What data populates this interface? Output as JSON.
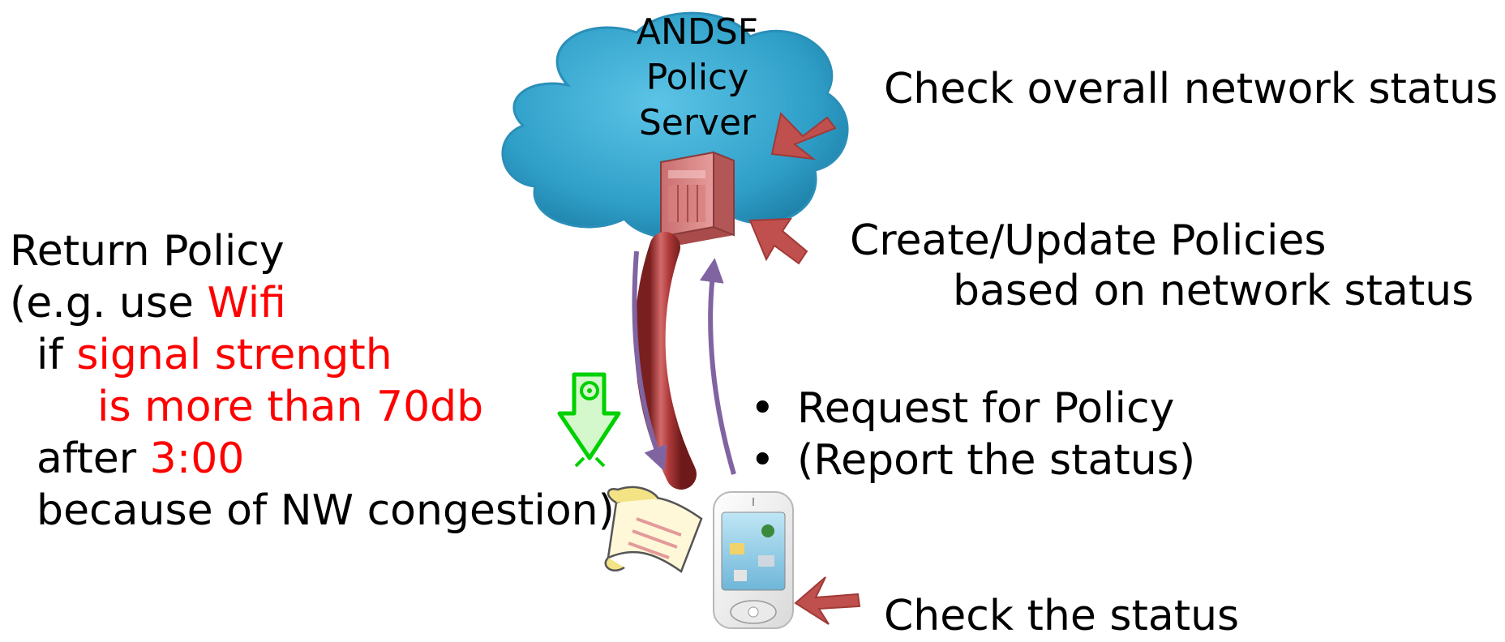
{
  "cloud": {
    "title_line1": "ANDSF",
    "title_line2": "Policy",
    "title_line3": "Server",
    "fill_color": "#2f9fc8"
  },
  "labels": {
    "check_overall": "Check overall network status",
    "create_update_line1": "Create/Update Policies",
    "create_update_line2": "based on network status",
    "check_status": "Check the status"
  },
  "bullets": [
    "Request for Policy",
    "(Report the status)"
  ],
  "return_policy": {
    "line1": "Return Policy",
    "line2_prefix": "(e.g. use ",
    "line2_red": "Wifi",
    "line3_prefix": "  if ",
    "line3_red": "signal strength",
    "line4_red": "is more than 70db",
    "line5_prefix": "  after ",
    "line5_red": "3:00",
    "line6": "  because of NW congestion)"
  },
  "colors": {
    "callout_arrow": "#c0504d",
    "flow_arrow": "#8064a2",
    "highlight_red": "#ff0000",
    "download_icon": "#00ee00",
    "pipe": "#b03a3a"
  },
  "icons": [
    "cloud-icon",
    "server-icon",
    "mobile-phone-icon",
    "policy-scroll-icon",
    "download-arrow-icon"
  ]
}
